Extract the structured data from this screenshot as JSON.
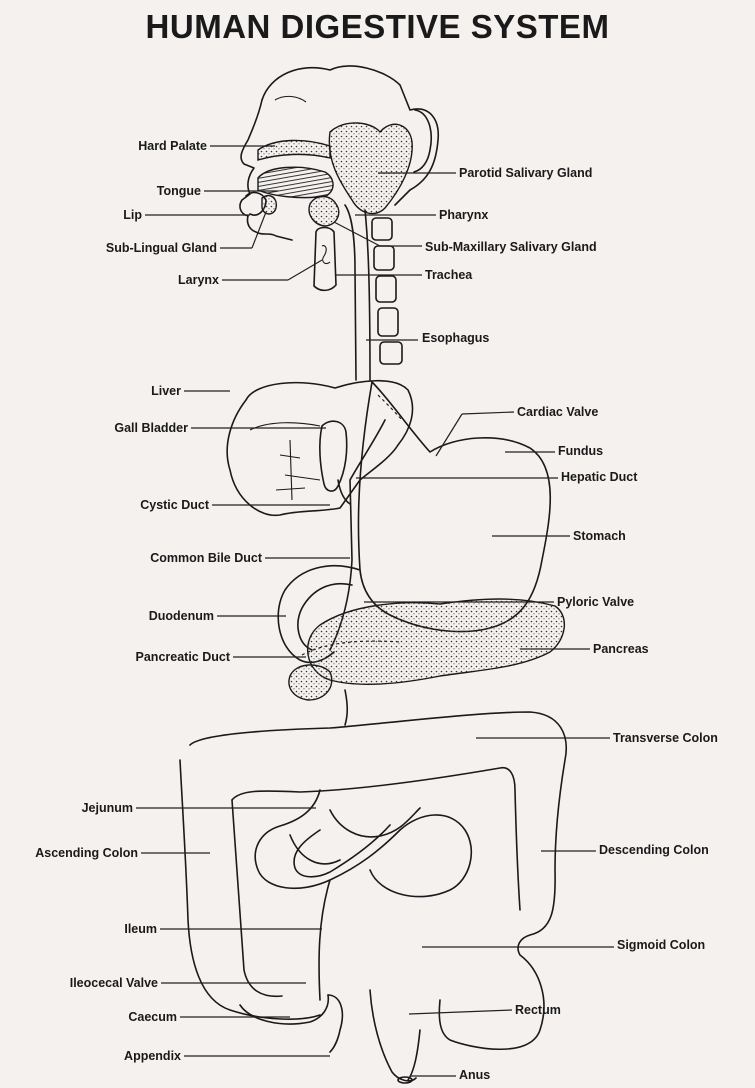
{
  "title": "HUMAN DIGESTIVE SYSTEM",
  "labels": {
    "hard_palate": "Hard Palate",
    "tongue": "Tongue",
    "lip": "Lip",
    "sub_lingual_gland": "Sub-Lingual Gland",
    "larynx": "Larynx",
    "parotid_salivary_gland": "Parotid Salivary Gland",
    "pharynx": "Pharynx",
    "sub_maxillary_salivary_gland": "Sub-Maxillary Salivary Gland",
    "trachea": "Trachea",
    "esophagus": "Esophagus",
    "liver": "Liver",
    "gall_bladder": "Gall Bladder",
    "cystic_duct": "Cystic Duct",
    "common_bile_duct": "Common Bile Duct",
    "duodenum": "Duodenum",
    "pancreatic_duct": "Pancreatic Duct",
    "cardiac_valve": "Cardiac Valve",
    "fundus": "Fundus",
    "hepatic_duct": "Hepatic Duct",
    "stomach": "Stomach",
    "pyloric_valve": "Pyloric Valve",
    "pancreas": "Pancreas",
    "transverse_colon": "Transverse Colon",
    "jejunum": "Jejunum",
    "ascending_colon": "Ascending Colon",
    "descending_colon": "Descending Colon",
    "ileum": "Ileum",
    "sigmoid_colon": "Sigmoid Colon",
    "ileocecal_valve": "Ileocecal Valve",
    "caecum": "Caecum",
    "rectum": "Rectum",
    "appendix": "Appendix",
    "anus": "Anus"
  }
}
